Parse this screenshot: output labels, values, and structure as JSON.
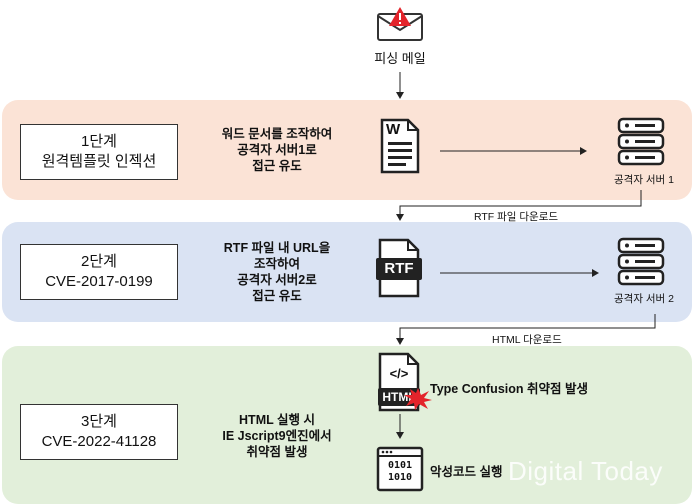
{
  "top": {
    "label": "피싱 메일"
  },
  "stages": [
    {
      "title": "1단계",
      "subtitle": "원격템플릿 인젝션",
      "desc": [
        "워드 문서를 조작하여",
        "공격자 서버1로",
        "접근 유도"
      ],
      "server": "공격자 서버 1",
      "doc_label": "W"
    },
    {
      "title": "2단계",
      "subtitle": "CVE-2017-0199",
      "desc": [
        "RTF 파일 내 URL을",
        "조작하여",
        "공격자 서버2로",
        "접근 유도"
      ],
      "server": "공격자 서버 2",
      "doc_label": "RTF"
    },
    {
      "title": "3단계",
      "subtitle": "CVE-2022-41128",
      "desc": [
        "HTML 실행 시",
        "IE Jscript9엔진에서",
        "취약점 발생"
      ],
      "doc_label": "HTML",
      "doc_code": "</>",
      "vuln_label": "Type Confusion 취약점 발생",
      "malware_label": "악성코드 실행",
      "binary": [
        "0101",
        "1010"
      ]
    }
  ],
  "connectors": {
    "rtf_download": "RTF 파일 다운로드",
    "html_download": "HTML 다운로드"
  },
  "watermark": "Digital Today",
  "colors": {
    "stage1": "#fbe3d6",
    "stage2": "#dae3f3",
    "stage3": "#e2efda",
    "alert": "#e3242b"
  }
}
